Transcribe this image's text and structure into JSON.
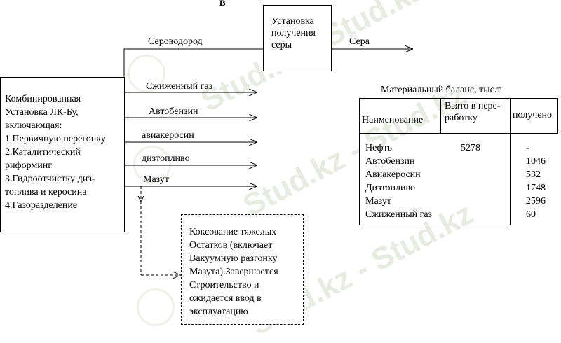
{
  "heading_letter": "в",
  "watermark": "Stud.kz - Stud.kz",
  "sulfur_unit": {
    "label": "Установка\nполучения\nсеры"
  },
  "main_unit": {
    "label": "Комбинированная\nУстановка ЛК-Бу,\nвключающая:\n1.Первичную перегонку\n2.Каталитический\nриформинг\n3.Гидроотчистку диз-\nтоплива и керосина\n4.Газоразделение"
  },
  "flows": {
    "h2s": "Сероводород",
    "sulfur": "Сера",
    "lpg": "Сжиженный газ",
    "gasoline": "Автобензин",
    "jet_fuel": "авиакеросин",
    "diesel": "дизтопливо",
    "fuel_oil": "Мазут"
  },
  "coking_unit": {
    "label": "Коксование тяжелых\nОстатков (включает\nВакуумную разгонку\nМазута).Завершается\nСтроительство и\nожидается ввод в\nэксплуатацию"
  },
  "balance": {
    "title": "Материальный баланс, тыс.т",
    "headers": {
      "name": "Наименование",
      "taken": "Взято в пере-\nработку",
      "received": "получено"
    },
    "rows": [
      {
        "name": "Нефть",
        "taken": "5278",
        "received": "-"
      },
      {
        "name": "Автобензин",
        "taken": "",
        "received": "1046"
      },
      {
        "name": "Авиакеросин",
        "taken": "",
        "received": "532"
      },
      {
        "name": "Дизтопливо",
        "taken": "",
        "received": "1748"
      },
      {
        "name": "Мазут",
        "taken": "",
        "received": "2596"
      },
      {
        "name": "Сжиженный газ",
        "taken": "",
        "received": "60"
      }
    ]
  }
}
